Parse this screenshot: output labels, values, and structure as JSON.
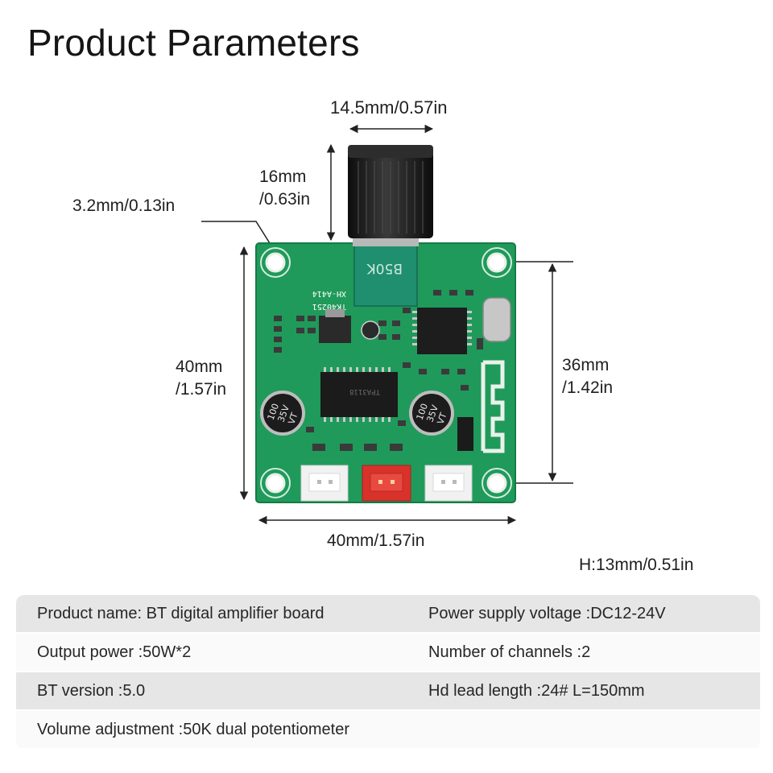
{
  "title": "Product Parameters",
  "dimensions": {
    "knob_width": "14.5mm/0.57in",
    "knob_height_line1": "16mm",
    "knob_height_line2": "/0.63in",
    "hole_diameter": "3.2mm/0.13in",
    "board_height_line1": "40mm",
    "board_height_line2": "/1.57in",
    "hole_spacing_line1": "36mm",
    "hole_spacing_line2": "/1.42in",
    "board_width": "40mm/1.57in",
    "total_height": "H:13mm/0.51in"
  },
  "board": {
    "potentiometer_label": "B50K",
    "model_label": "XH-A414",
    "chip_label": "TK40251",
    "amp_chip_label": "TPA3118",
    "capacitor_label": "100\n35V\nVT"
  },
  "specs": [
    {
      "left": "Product name: BT digital amplifier board",
      "right": "Power supply voltage :DC12-24V"
    },
    {
      "left": "Output power :50W*2",
      "right": "Number of channels :2"
    },
    {
      "left": "BT version :5.0",
      "right": "Hd lead length :24# L=150mm"
    },
    {
      "left": "Volume adjustment :50K dual potentiometer",
      "right": ""
    }
  ],
  "colors": {
    "pcb_green": "#1f9a5a",
    "knob_black": "#1b1b1b",
    "connector_red": "#d8322a",
    "table_gray": "#e6e6e6"
  }
}
